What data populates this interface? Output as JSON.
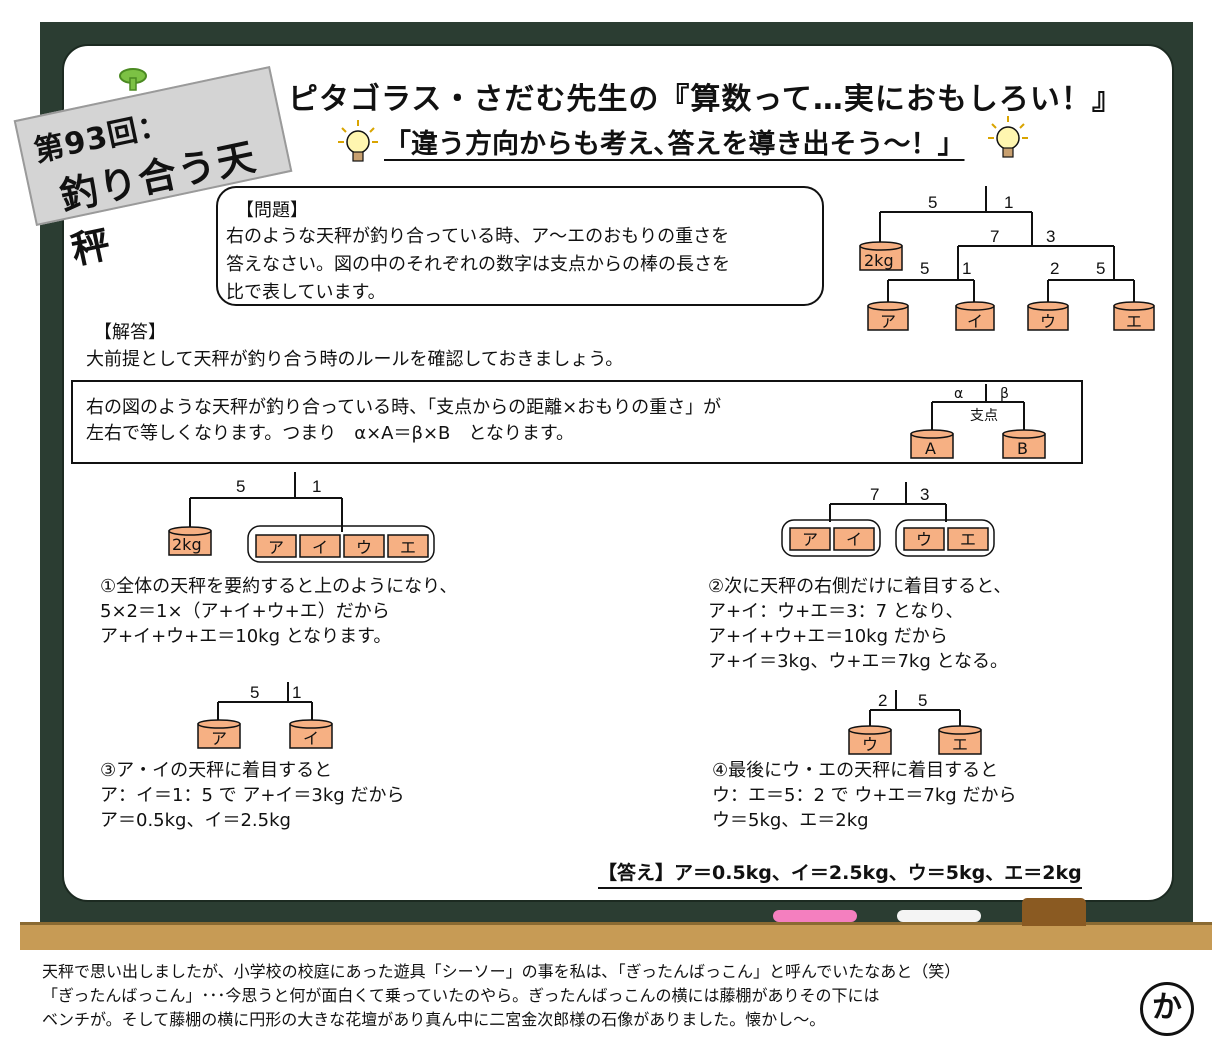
{
  "tag": {
    "line1": "第93回：",
    "line2": "釣り合う天秤"
  },
  "title": {
    "main": "ピタゴラス・さだむ先生の『算数って…実におもしろい！』",
    "sub": "「違う方向からも考え､答えを導き出そう～！」"
  },
  "problem": {
    "heading": "【問題】",
    "lines": [
      "右のような天秤が釣り合っている時、ア～エのおもりの重さを",
      "答えなさい。図の中のそれぞれの数字は支点からの棒の長さを",
      "比で表しています。"
    ]
  },
  "answer": {
    "heading": "【解答】",
    "intro": "大前提として天秤が釣り合う時のルールを確認しておきましょう。"
  },
  "rule": {
    "lines": [
      "右の図のような天秤が釣り合っている時、「支点からの距離×おもりの重さ」が",
      "左右で等しくなります。つまり　α×A＝β×B　となります。"
    ],
    "alpha": "α",
    "beta": "β",
    "fulcrum": "支点",
    "a": "A",
    "b": "B"
  },
  "weights": {
    "a": "ア",
    "i": "イ",
    "u": "ウ",
    "e": "エ",
    "kg2": "2kg"
  },
  "ratios": {
    "r5": "5",
    "r1": "1",
    "r7": "7",
    "r3": "3",
    "r2": "2"
  },
  "steps": {
    "s1": [
      "①全体の天秤を要約すると上のようになり、",
      "5×2＝1×（ア+イ+ウ+エ）だから",
      "ア+イ+ウ+エ＝10kg となります。"
    ],
    "s2": [
      "②次に天秤の右側だけに着目すると、",
      "ア+イ：ウ+エ＝3：7 となり、",
      "ア+イ+ウ+エ＝10kg だから",
      "ア+イ＝3kg、ウ+エ＝7kg となる。"
    ],
    "s3": [
      "③ア・イの天秤に着目すると",
      "ア：イ＝1：5 で ア+イ＝3kg だから",
      "ア＝0.5kg、イ＝2.5kg"
    ],
    "s4": [
      "④最後にウ・エの天秤に着目すると",
      "ウ：エ＝5：2 で ウ+エ＝7kg だから",
      "ウ＝5kg、エ＝2kg"
    ]
  },
  "final": "【答え】ア＝0.5kg、イ＝2.5kg、ウ＝5kg、エ＝2kg",
  "footer": [
    "天秤で思い出しましたが、小学校の校庭にあった遊具「シーソー」の事を私は､「ぎったんばっこん」と呼んでいたなあと（笑）",
    "「ぎったんばっこん」･･･今思うと何が面白くて乗っていたのやら。ぎったんばっこんの横には藤棚がありその下には",
    "ベンチが。そして藤棚の横に円形の大きな花壇があり真ん中に二宮金次郎様の石像がありました。懐かし～。"
  ],
  "badge": "か",
  "colors": {
    "board": "#2b3d32",
    "weight": "#f6b083",
    "ledge": "#c79b55",
    "pinGreen": "#7cc144"
  }
}
